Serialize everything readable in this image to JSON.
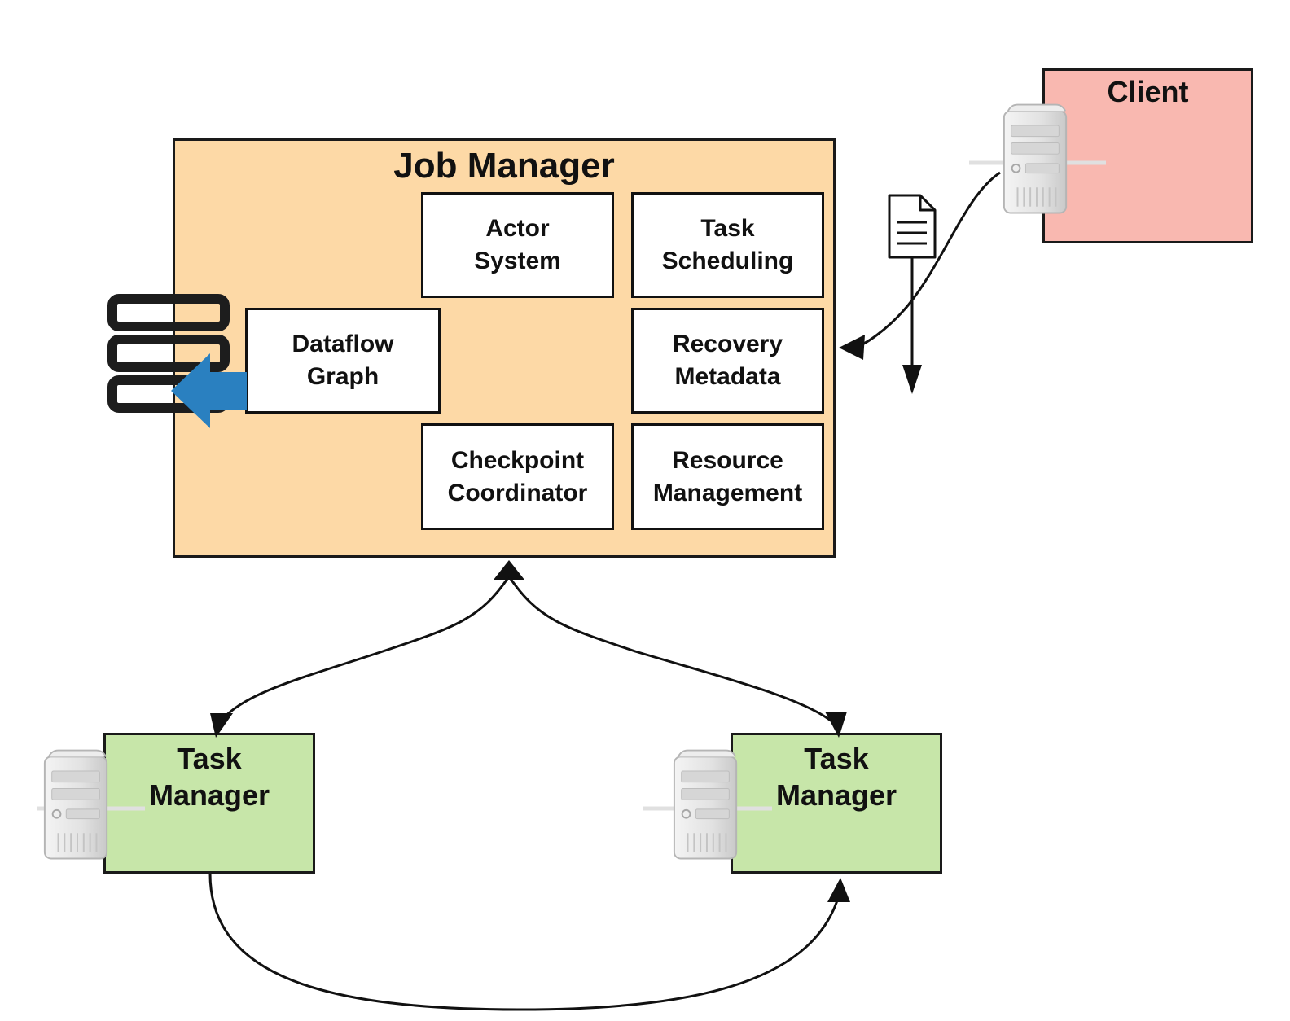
{
  "colors": {
    "job_manager_fill": "#fdd9a6",
    "client_fill": "#f9b8b0",
    "task_manager_fill": "#c7e6a9",
    "component_fill": "#ffffff",
    "storage_arrow": "#2a80c0",
    "stroke": "#111111"
  },
  "job_manager": {
    "title": "Job Manager",
    "components": {
      "actor_system": "Actor\nSystem",
      "task_scheduling": "Task\nScheduling",
      "dataflow_graph": "Dataflow\nGraph",
      "recovery_metadata": "Recovery\nMetadata",
      "checkpoint_coordinator": "Checkpoint\nCoordinator",
      "resource_management": "Resource\nManagement"
    }
  },
  "client": {
    "title": "Client"
  },
  "task_managers": [
    {
      "title": "Task\nManager"
    },
    {
      "title": "Task\nManager"
    }
  ],
  "icons": [
    "server-icon",
    "document-icon",
    "storage-stack-icon",
    "arrow-left-icon"
  ]
}
